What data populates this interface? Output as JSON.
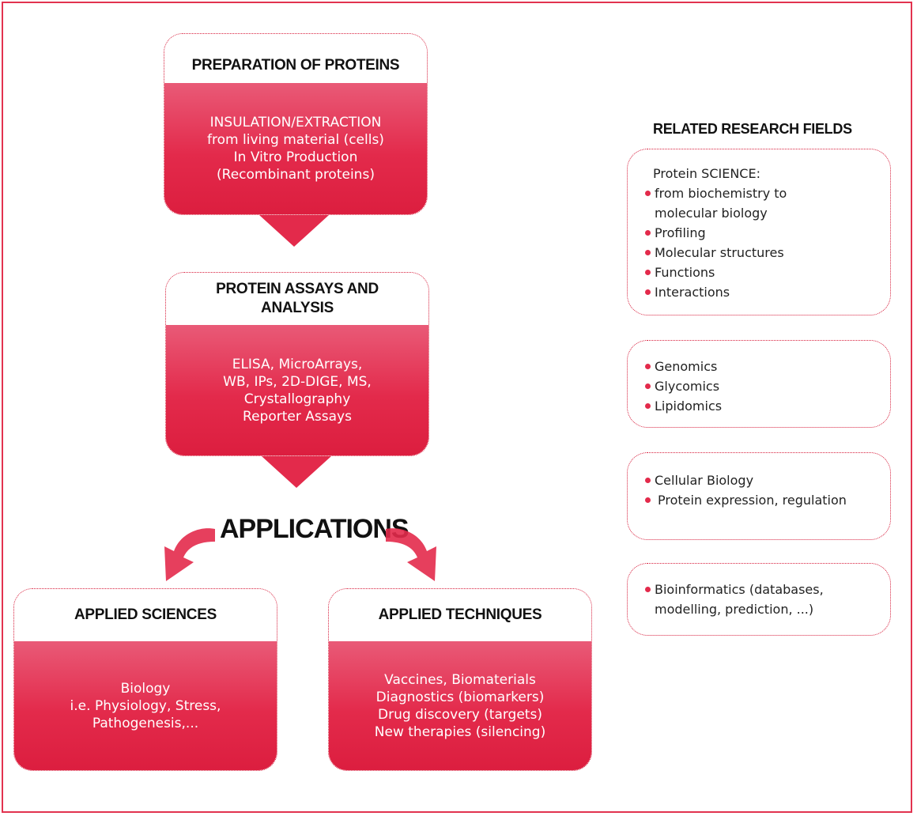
{
  "flow": {
    "preparation": {
      "title": "PREPARATION OF PROTEINS",
      "lines": [
        "INSULATION/EXTRACTION",
        "from living material (cells)",
        "In Vitro Production",
        "(Recombinant proteins)"
      ]
    },
    "assays": {
      "title": "PROTEIN ASSAYS AND ANALYSIS",
      "lines": [
        "ELISA, MicroArrays,",
        "WB, IPs, 2D-DIGE, MS,",
        "Crystallography",
        "Reporter Assays"
      ]
    },
    "applications_label": "APPLICATIONS",
    "applied_sciences": {
      "title": "APPLIED SCIENCES",
      "lines": [
        "Biology",
        "i.e. Physiology, Stress,",
        "Pathogenesis,..."
      ]
    },
    "applied_techniques": {
      "title": "APPLIED TECHNIQUES",
      "lines": [
        "Vaccines, Biomaterials",
        "Diagnostics (biomarkers)",
        "Drug discovery (targets)",
        "New therapies (silencing)"
      ]
    }
  },
  "related": {
    "title": "RELATED RESEARCH FIELDS",
    "group1": {
      "heading": "Protein SCIENCE:",
      "items": [
        "from biochemistry to",
        "molecular biology",
        "Profiling",
        "Molecular structures",
        "Functions",
        "Interactions"
      ]
    },
    "group2": {
      "items": [
        "Genomics",
        "Glycomics",
        "Lipidomics"
      ]
    },
    "group3": {
      "items": [
        "Cellular Biology",
        "Protein expression, regulation"
      ]
    },
    "group4": {
      "items": [
        "Bioinformatics (databases,",
        "modelling, prediction, ...)"
      ]
    }
  },
  "colors": {
    "accent": "#e32a4b",
    "accent_light": "#e95a77",
    "border": "#d8203e"
  }
}
